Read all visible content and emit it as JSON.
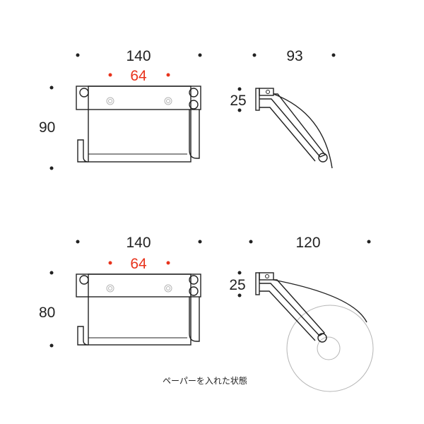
{
  "colors": {
    "ink": "#222222",
    "accent": "#e8331c",
    "faint": "#b5b5b5"
  },
  "top": {
    "front": {
      "width": "140",
      "height": "90",
      "mount_pitch": "64"
    },
    "side": {
      "depth": "93",
      "bracket": "25"
    }
  },
  "bottom": {
    "front": {
      "width": "140",
      "height": "80",
      "mount_pitch": "64"
    },
    "side": {
      "depth": "120",
      "bracket": "25"
    },
    "caption": "ペーパーを入れた状態"
  }
}
